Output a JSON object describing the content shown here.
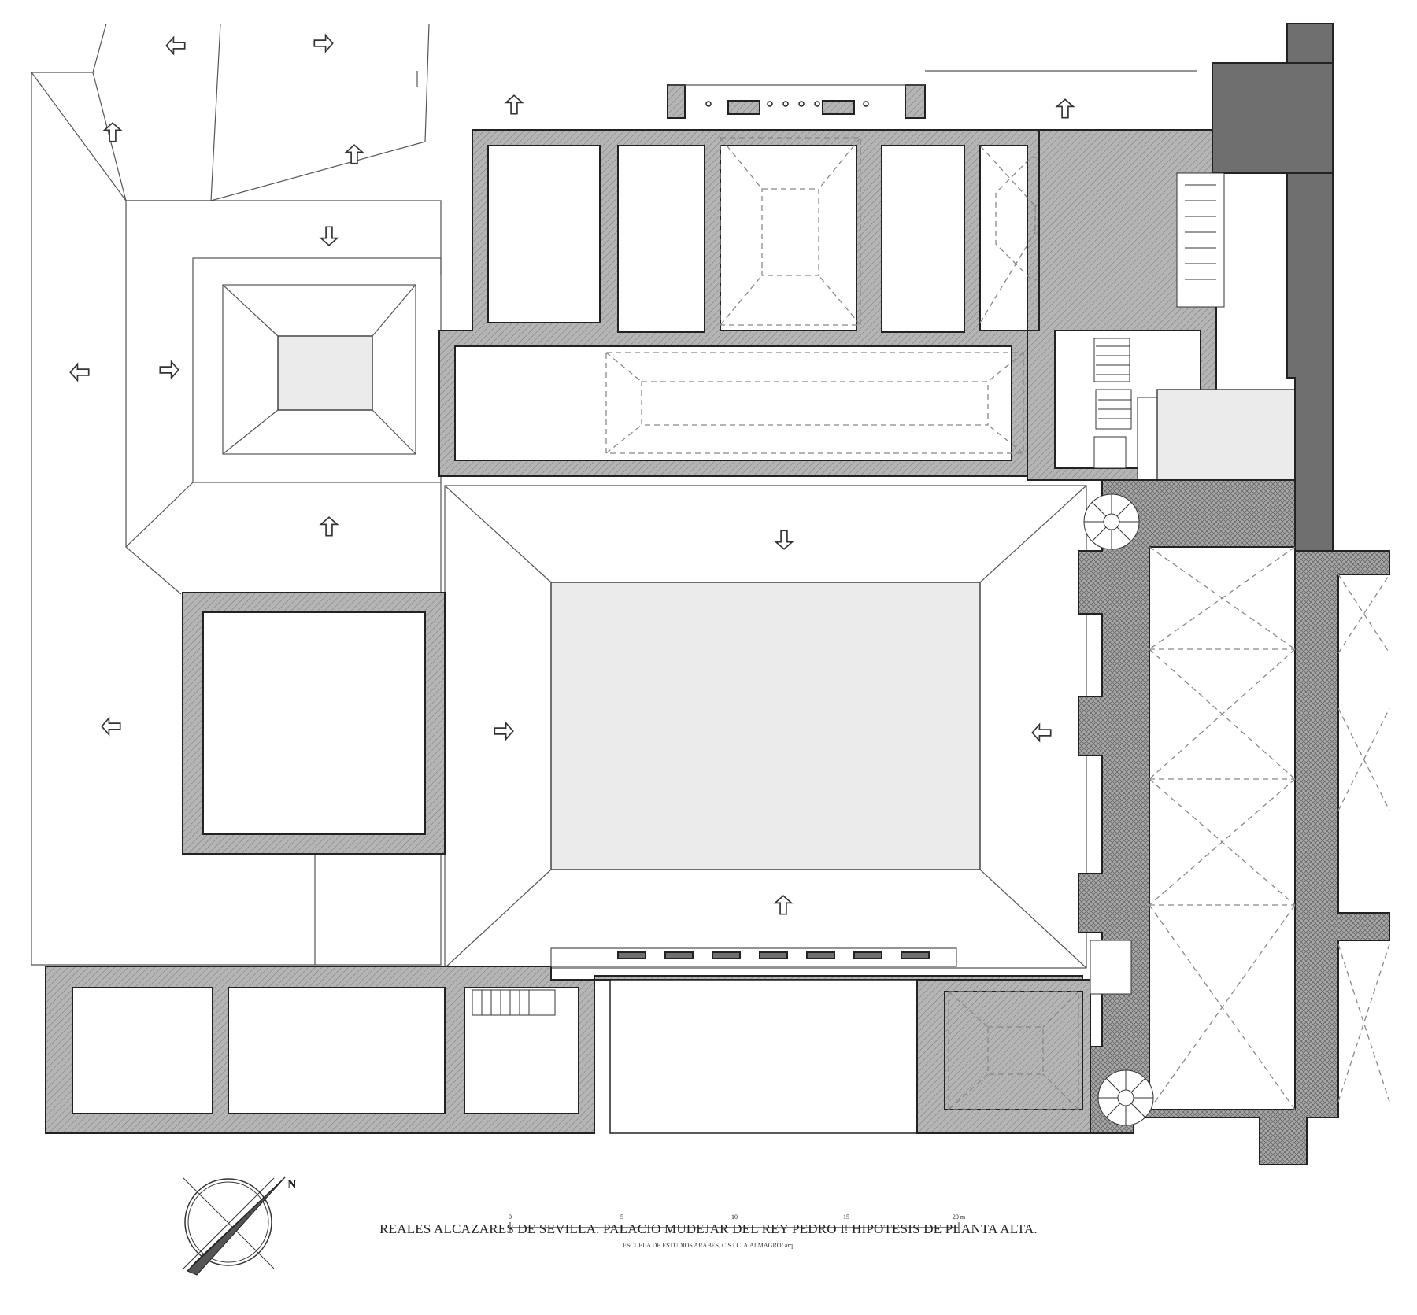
{
  "drawing": {
    "title": "REALES ALCAZARES DE SEVILLA. PALACIO MUDEJAR DEL REY PEDRO I. HIPOTESIS DE PLANTA ALTA.",
    "subtitle": "ESCUELA DE ESTUDIOS ARABES, C.S.I.C. A.ALMAGRO/ arq."
  },
  "north_arrow": {
    "label": "N"
  },
  "scale_bar": {
    "ticks": [
      "0",
      "5",
      "10",
      "15",
      "20 m"
    ]
  },
  "colors": {
    "wall_fill": "#9e9e9e",
    "heavy_wall_fill": "#6f6f6f",
    "courtyard_fill": "#ebebeb",
    "line": "#222222"
  }
}
